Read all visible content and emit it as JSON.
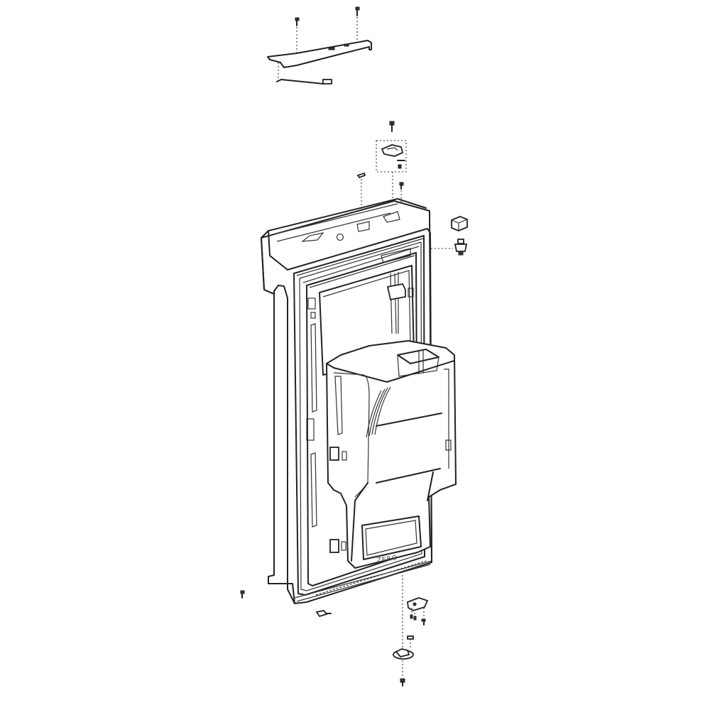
{
  "diagram": {
    "type": "exploded-parts-diagram",
    "subject": "refrigerator-door-assembly",
    "colors": {
      "line": "#222222",
      "background": "#ffffff",
      "leader": "#555555"
    },
    "parts": [
      {
        "id": "top-screw-left",
        "label": "screw"
      },
      {
        "id": "top-screw-right",
        "label": "screw"
      },
      {
        "id": "top-hinge-bracket",
        "label": "hinge bracket"
      },
      {
        "id": "hinge-wire",
        "label": "wire"
      },
      {
        "id": "hinge-screw",
        "label": "screw"
      },
      {
        "id": "upper-hinge-cap",
        "label": "hinge cap assembly"
      },
      {
        "id": "pin-clip",
        "label": "clip"
      },
      {
        "id": "small-screw",
        "label": "screw"
      },
      {
        "id": "door-switch-block",
        "label": "switch"
      },
      {
        "id": "door-sensor",
        "label": "sensor"
      },
      {
        "id": "door-frame",
        "label": "door frame"
      },
      {
        "id": "door-gasket",
        "label": "gasket"
      },
      {
        "id": "dispenser-housing",
        "label": "dispenser housing"
      },
      {
        "id": "side-screw",
        "label": "screw"
      },
      {
        "id": "bottom-clip",
        "label": "clip"
      },
      {
        "id": "lower-hinge-plate",
        "label": "lower hinge plate"
      },
      {
        "id": "lower-screws",
        "label": "screws"
      },
      {
        "id": "lower-hinge-bushing",
        "label": "bushing"
      },
      {
        "id": "bottom-screw",
        "label": "screw"
      }
    ],
    "embossed_text": "ZERO"
  }
}
